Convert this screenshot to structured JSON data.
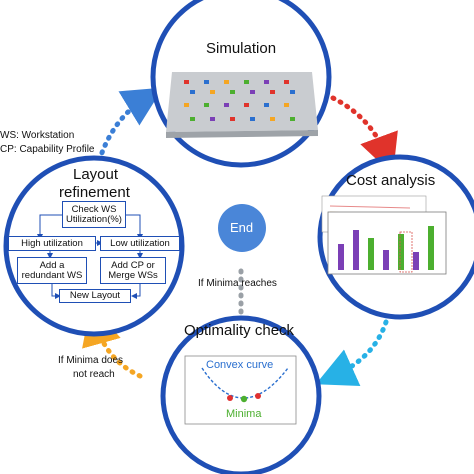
{
  "nodes": {
    "simulation": "Simulation",
    "cost_analysis": "Cost analysis",
    "optimality_check": "Optimality check",
    "layout_refinement_line1": "Layout",
    "layout_refinement_line2": "refinement",
    "end": "End"
  },
  "legend": {
    "ws": "WS: Workstation",
    "cp": "CP: Capability Profile"
  },
  "edge_labels": {
    "minima_reaches": "If Minima reaches",
    "minima_not_line1": "If Minima does",
    "minima_not_line2": "not reach"
  },
  "optimality_plot": {
    "curve_label": "Convex curve",
    "minima_label": "Minima"
  },
  "flowchart": {
    "check_line1": "Check WS",
    "check_line2": "Utilization(%)",
    "high": "High utilization",
    "low": "Low utilization",
    "add_ws_line1": "Add a",
    "add_ws_line2": "redundant WS",
    "add_cp_line1": "Add CP or",
    "add_cp_line2": "Merge WSs",
    "new_layout": "New Layout"
  },
  "colors": {
    "ring": "#1f4fb5",
    "end_node": "#4a86d8",
    "arrow_blue": "#3b7fd6",
    "arrow_red": "#e0332b",
    "arrow_cyan": "#27b1e6",
    "arrow_orange": "#f5a623",
    "curve": "#2a6fcf",
    "minima_green": "#4caf2f",
    "minima_point": "#e03030"
  }
}
